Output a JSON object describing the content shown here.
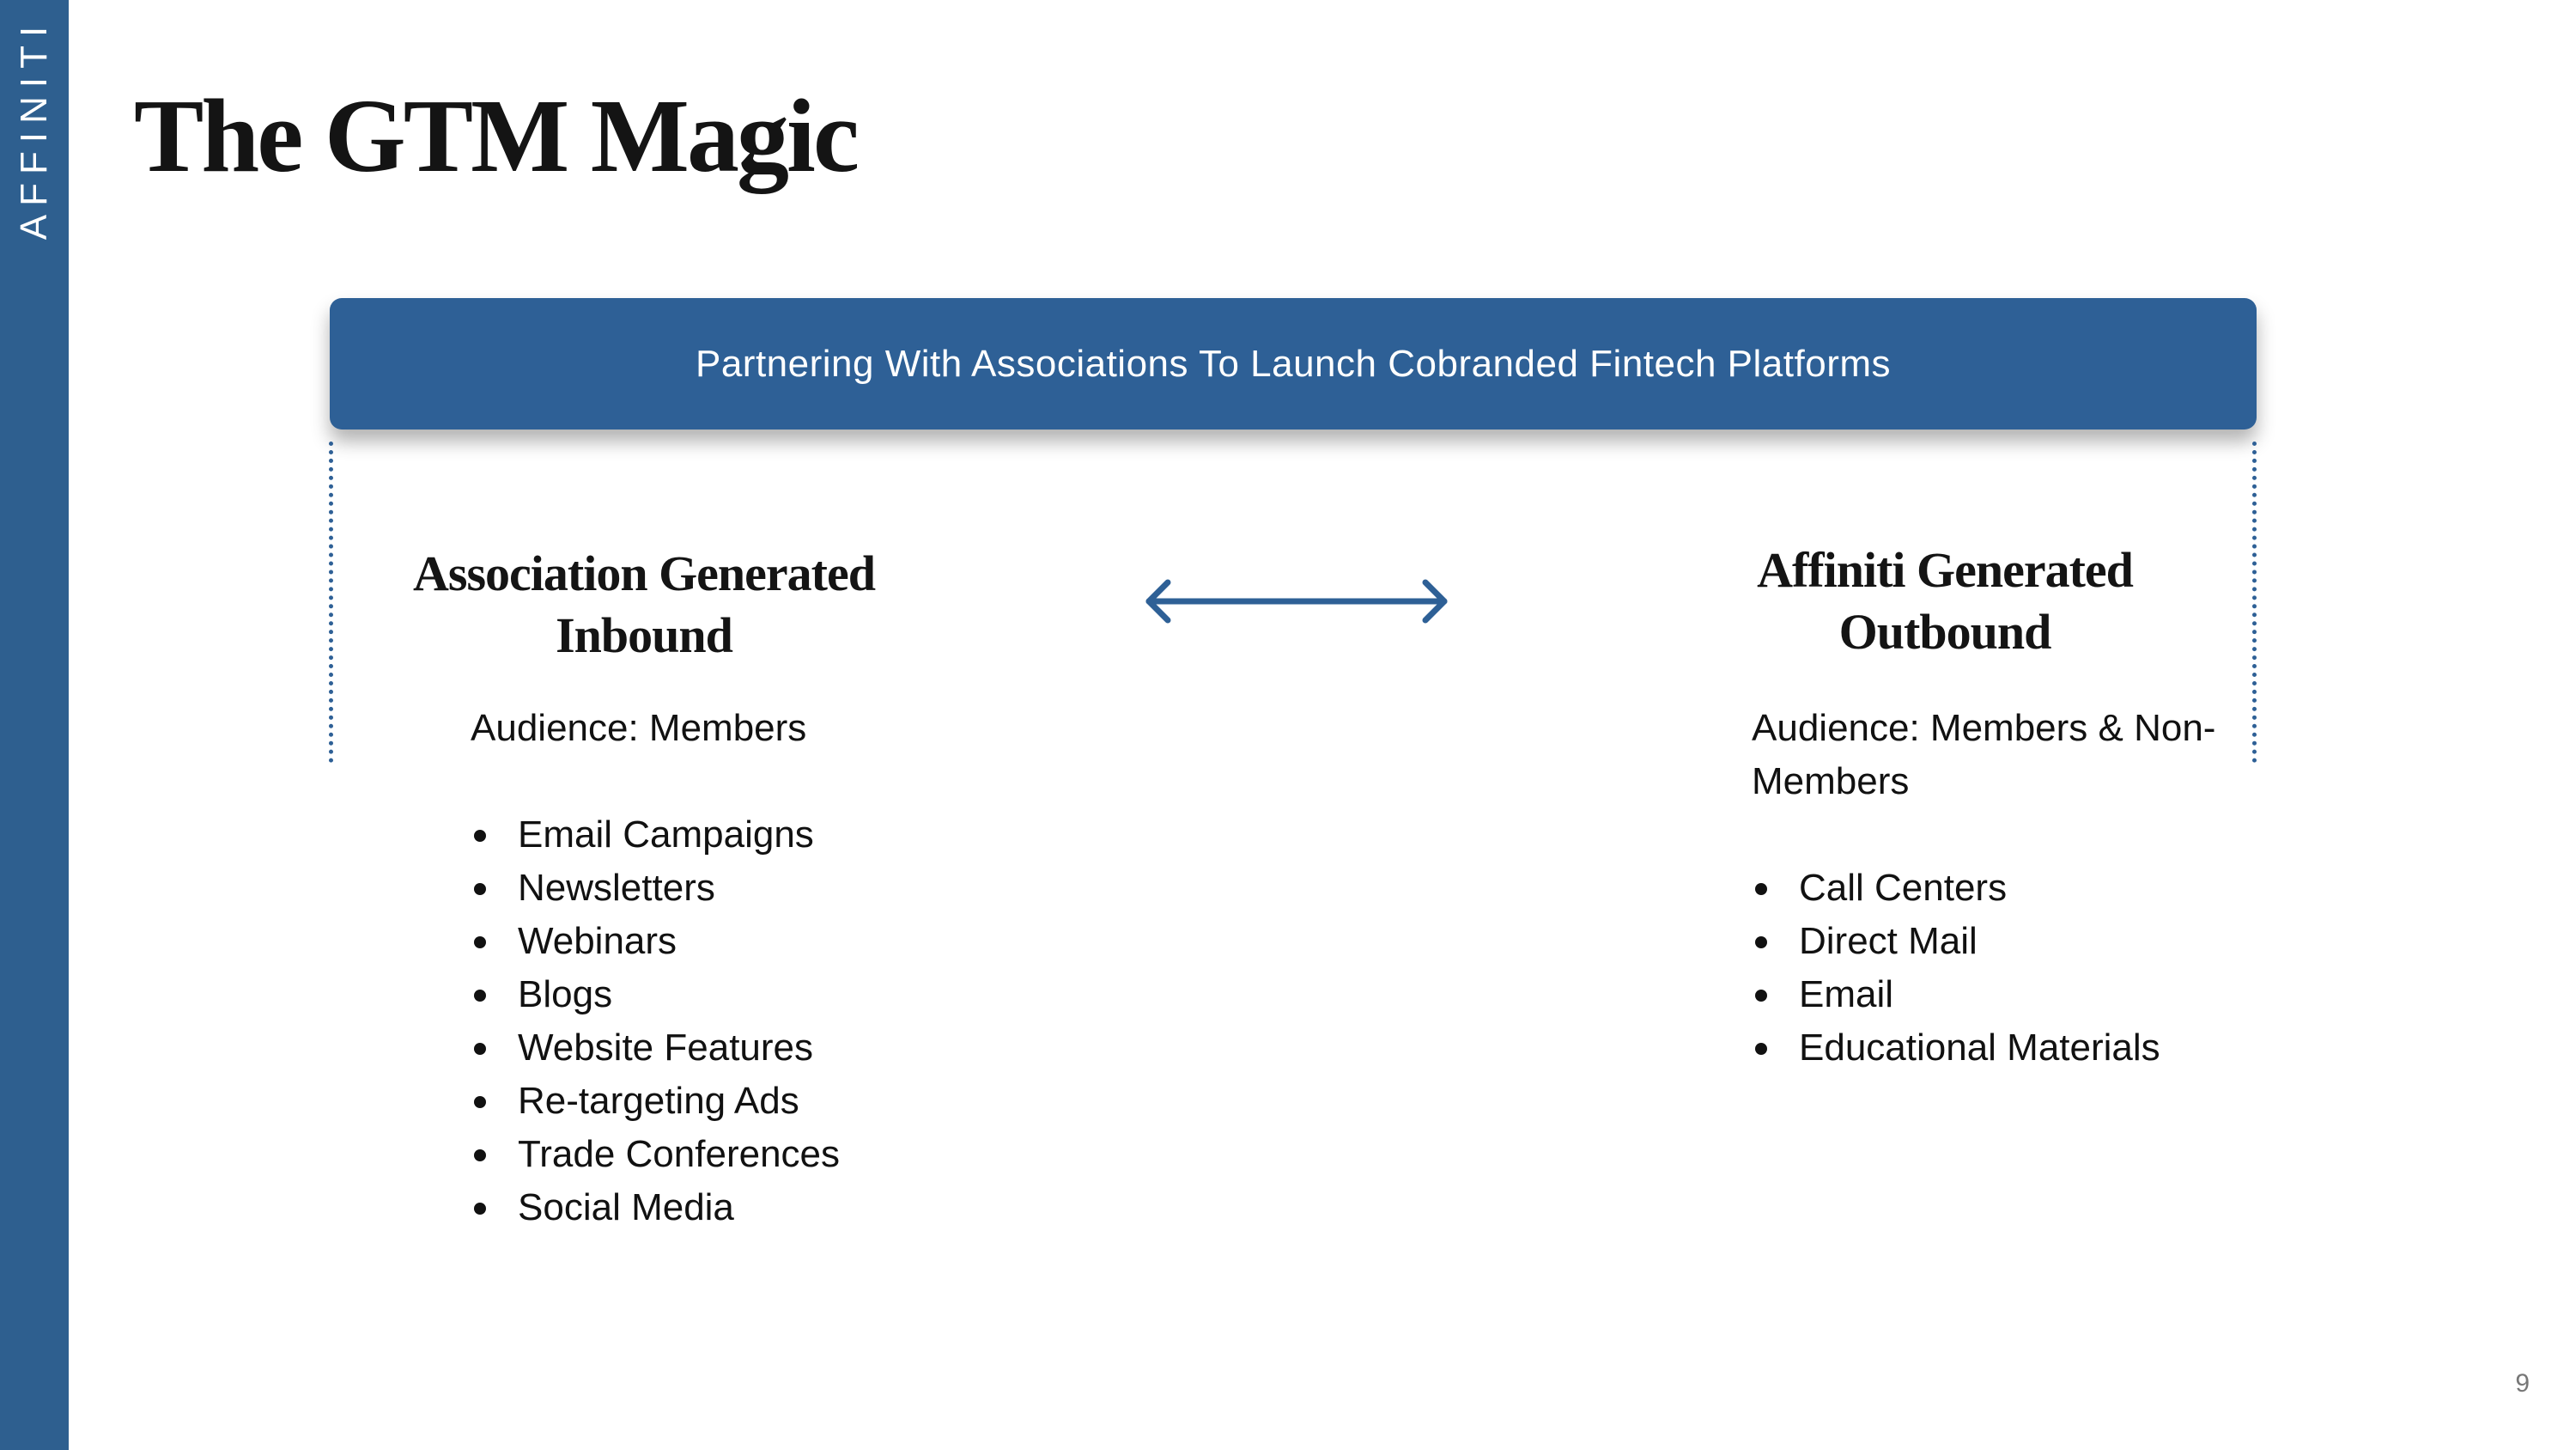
{
  "brand": {
    "logo_text": "AFFINITI",
    "sidebar_color": "#2e5f8f"
  },
  "slide": {
    "title": "The GTM Magic",
    "banner_text": "Partnering With Associations To Launch Cobranded Fintech Platforms",
    "accent_color": "#2e6096",
    "page_number": "9"
  },
  "left_column": {
    "heading_line1": "Association Generated",
    "heading_line2": "Inbound",
    "audience": "Audience: Members",
    "items": [
      "Email Campaigns",
      "Newsletters",
      "Webinars",
      "Blogs",
      "Website Features",
      "Re-targeting Ads",
      "Trade Conferences",
      "Social Media"
    ]
  },
  "right_column": {
    "heading_line1": "Affiniti Generated",
    "heading_line2": "Outbound",
    "audience": "Audience: Members & Non-Members",
    "items": [
      "Call Centers",
      "Direct Mail",
      "Email",
      "Educational Materials"
    ]
  },
  "icons": {
    "connector": "double-arrow-icon"
  }
}
